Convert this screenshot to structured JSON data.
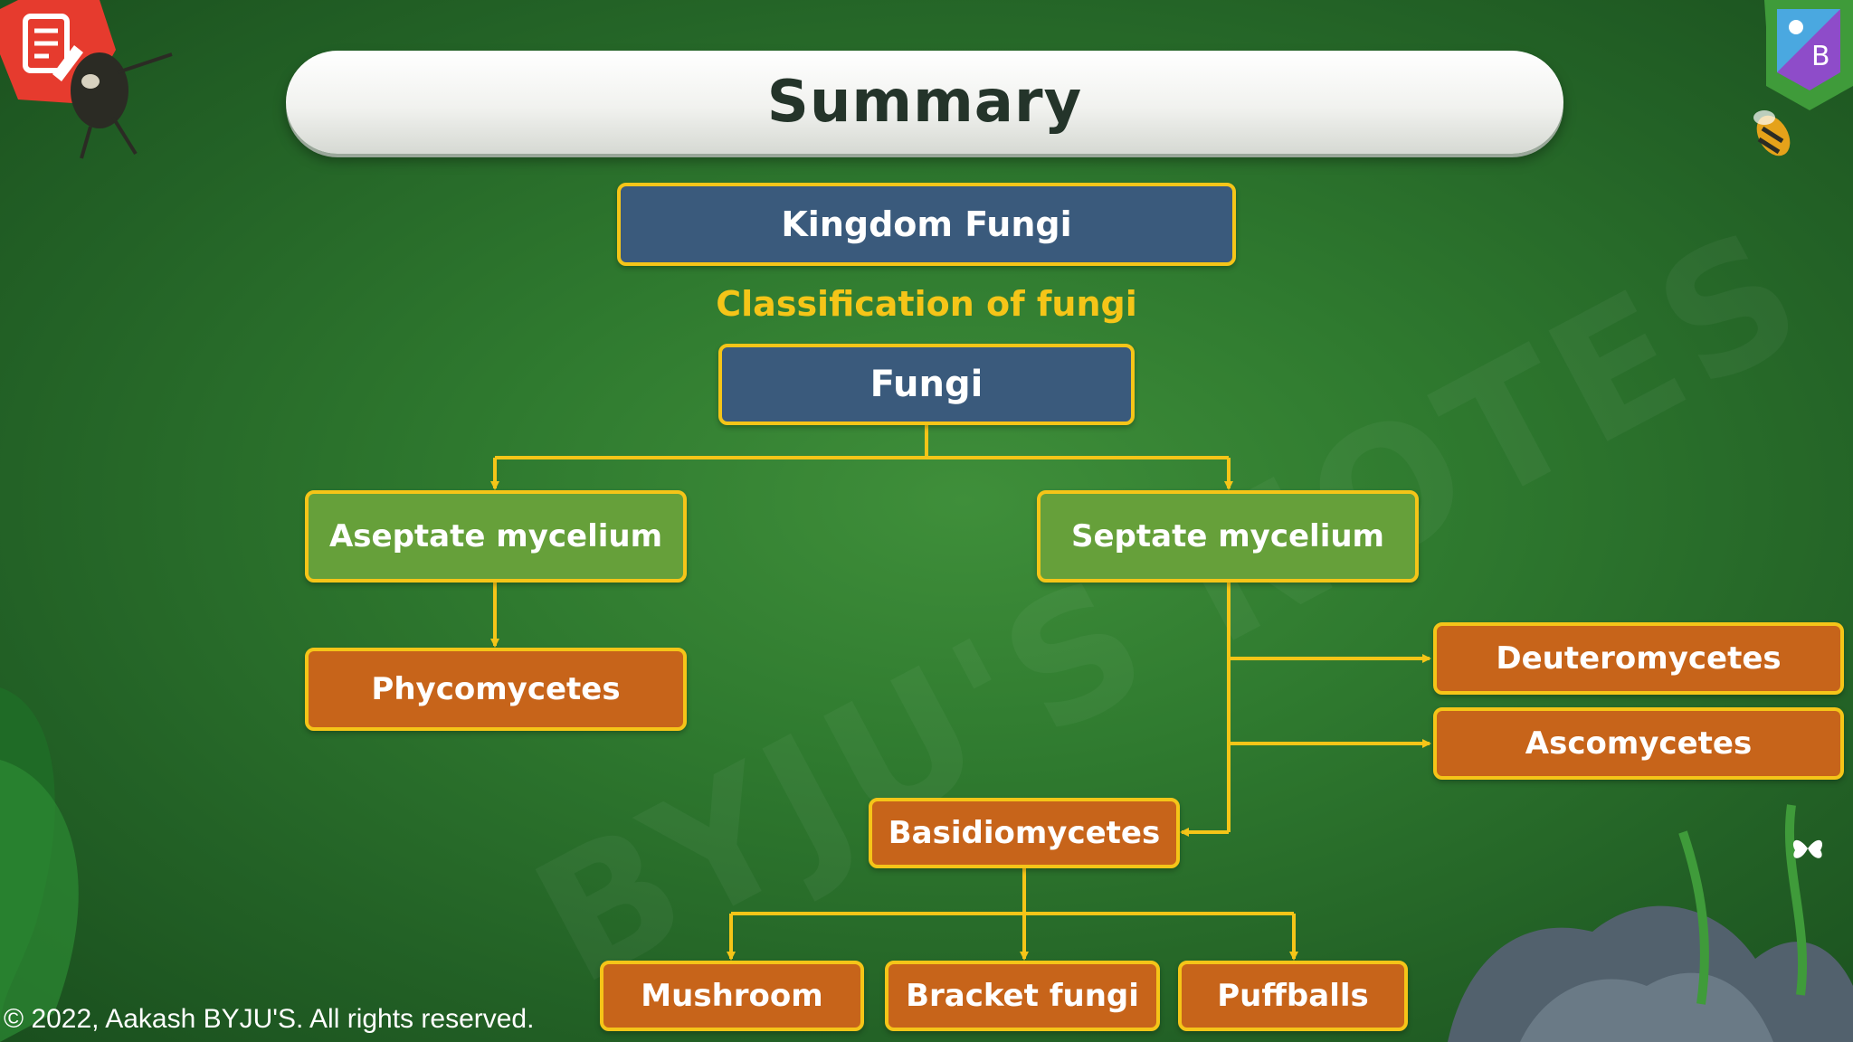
{
  "header": {
    "title": "Summary"
  },
  "diagram": {
    "root": "Kingdom Fungi",
    "subtitle": "Classification of fungi",
    "fungi": "Fungi",
    "aseptate": "Aseptate mycelium",
    "septate": "Septate mycelium",
    "phycomycetes": "Phycomycetes",
    "deuteromycetes": "Deuteromycetes",
    "ascomycetes": "Ascomycetes",
    "basidiomycetes": "Basidiomycetes",
    "mushroom": "Mushroom",
    "bracket": "Bracket fungi",
    "puffballs": "Puffballs"
  },
  "footer": {
    "copyright": "© 2022, Aakash BYJU'S. All rights reserved."
  },
  "watermark": "BYJU'S NOTES",
  "colors": {
    "node_blue": "#3a5a7c",
    "node_green": "#66a03a",
    "node_orange": "#c7641a",
    "border_yellow": "#f5c518",
    "connector": "#f5c518"
  },
  "icons": [
    "notes-icon",
    "beetle-illustration",
    "byjus-logo-icon",
    "bee-illustration",
    "butterfly-illustration",
    "leaves-decoration"
  ]
}
